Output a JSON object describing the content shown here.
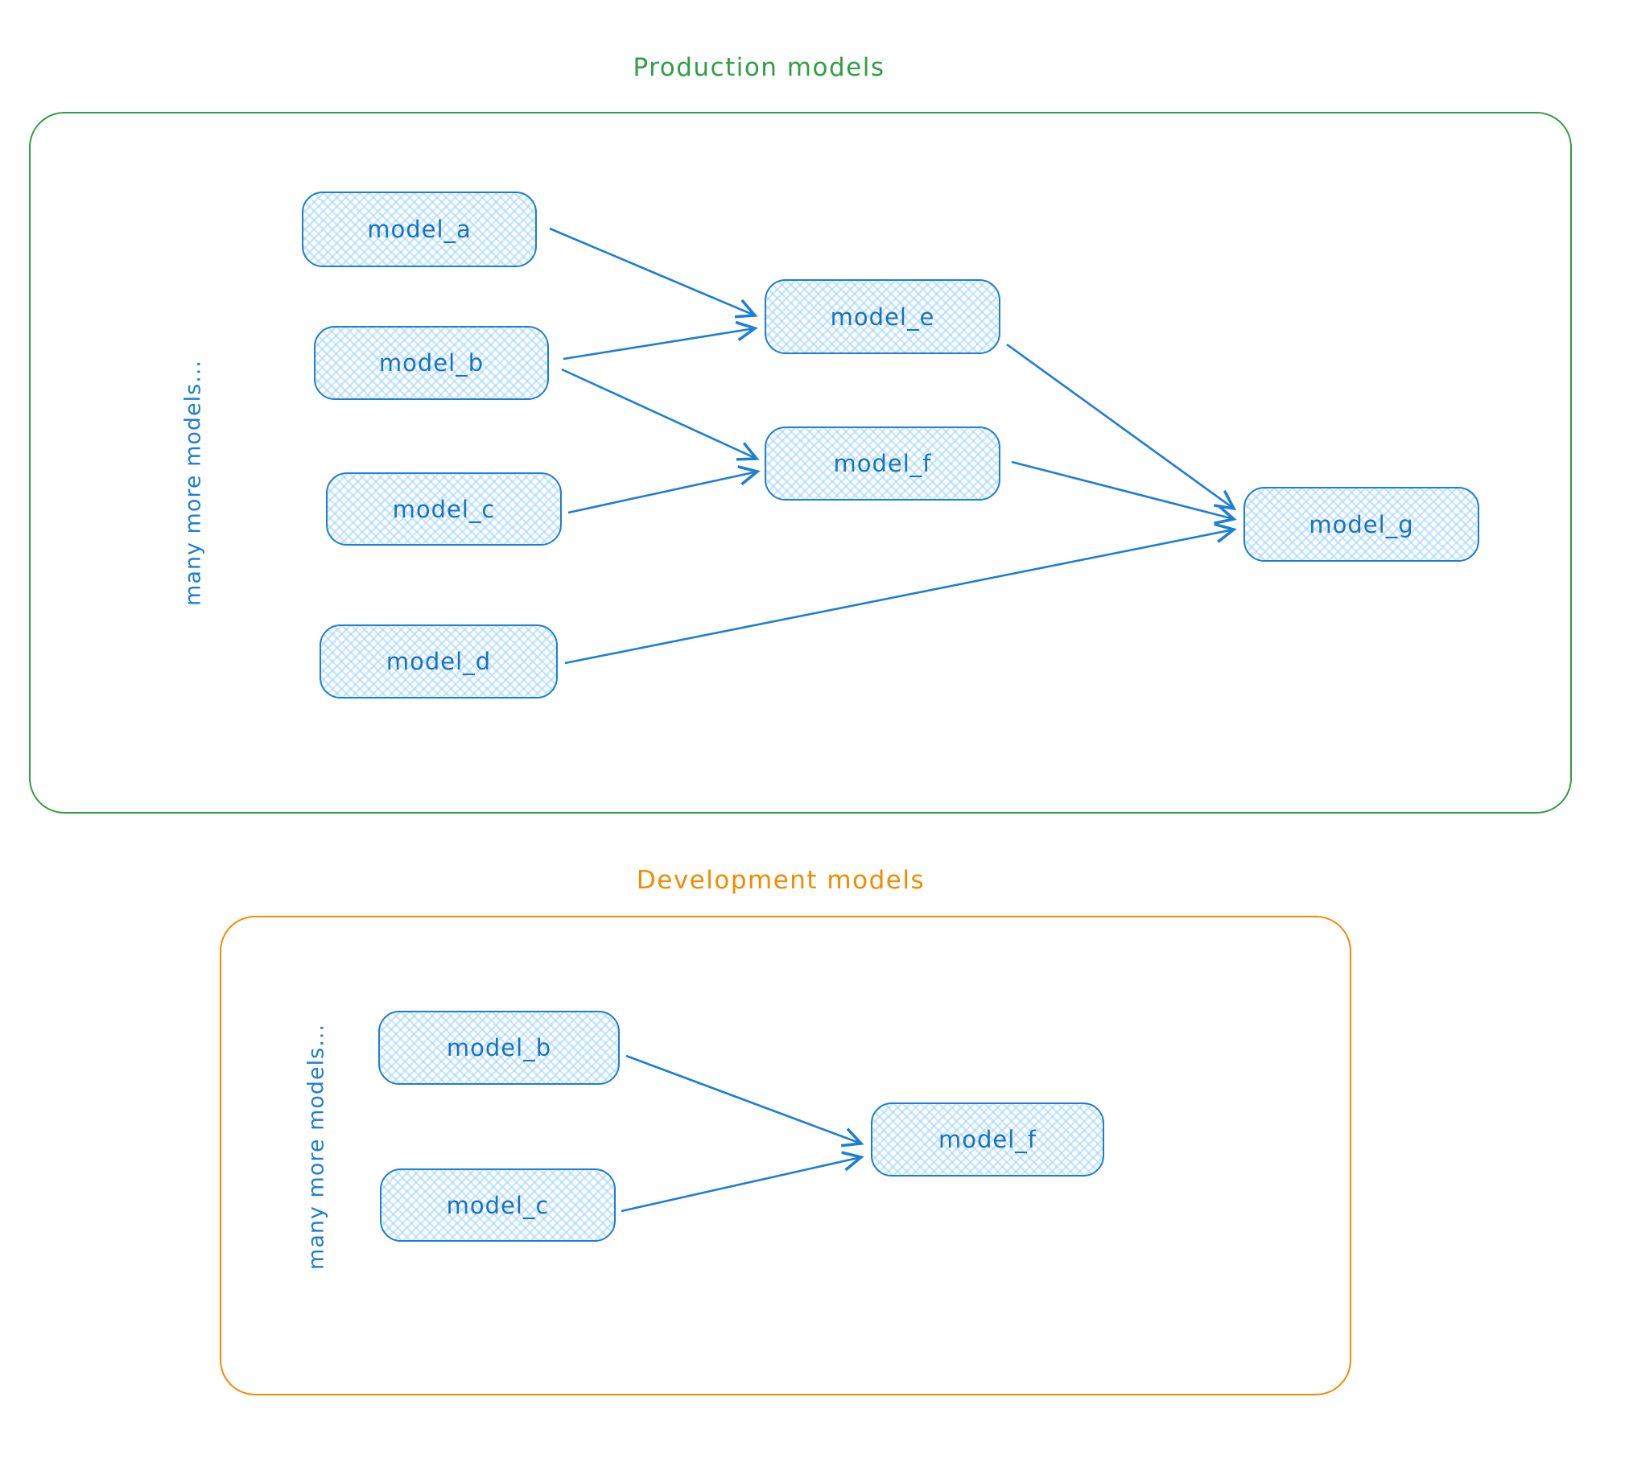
{
  "colors": {
    "production_accent": "#2f9e44",
    "development_accent": "#f08c00",
    "node_stroke": "#1c7ed6",
    "node_text": "#1971c2",
    "node_fill_hatch": "#a5d8ff",
    "background": "#ffffff"
  },
  "production": {
    "title": "Production models",
    "side_label": "many more models...",
    "nodes": {
      "a": "model_a",
      "b": "model_b",
      "c": "model_c",
      "d": "model_d",
      "e": "model_e",
      "f": "model_f",
      "g": "model_g"
    },
    "edges": [
      [
        "model_a",
        "model_e"
      ],
      [
        "model_b",
        "model_e"
      ],
      [
        "model_b",
        "model_f"
      ],
      [
        "model_c",
        "model_f"
      ],
      [
        "model_e",
        "model_g"
      ],
      [
        "model_f",
        "model_g"
      ],
      [
        "model_d",
        "model_g"
      ]
    ]
  },
  "development": {
    "title": "Development models",
    "side_label": "many more models...",
    "nodes": {
      "b": "model_b",
      "c": "model_c",
      "f": "model_f"
    },
    "edges": [
      [
        "model_b",
        "model_f"
      ],
      [
        "model_c",
        "model_f"
      ]
    ]
  }
}
